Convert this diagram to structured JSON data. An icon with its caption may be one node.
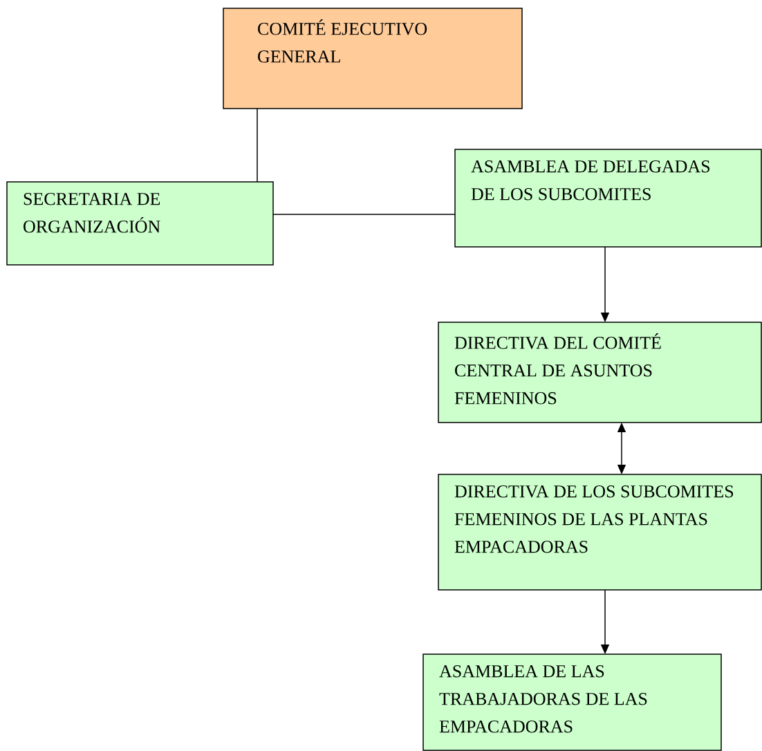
{
  "diagram": {
    "nodes": [
      {
        "text": [
          "COMITÉ EJECUTIVO GENERAL"
        ]
      },
      {
        "text": [
          "SECRETARIA DE ORGANIZACIÓN"
        ]
      },
      {
        "text": [
          "ASAMBLEA DE DELEGADAS DE LOS SUBCOMITES"
        ]
      },
      {
        "text": [
          "DIRECTIVA DEL COMITÉ CENTRAL DE ASUNTOS FEMENINOS"
        ]
      },
      {
        "text": [
          "DIRECTIVA DE LOS SUBCOMITES FEMENINOS DE LAS PLANTAS EMPACADORAS"
        ]
      },
      {
        "text": [
          "ASAMBLEA DE LAS TRABAJADORAS DE LAS EMPACADORAS"
        ]
      }
    ],
    "edges": [
      {
        "from": 0,
        "to": 1,
        "arrow": "none"
      },
      {
        "from": 1,
        "to": 2,
        "arrow": "none"
      },
      {
        "from": 2,
        "to": 3,
        "arrow": "to"
      },
      {
        "from": 3,
        "to": 4,
        "arrow": "both"
      },
      {
        "from": 4,
        "to": 5,
        "arrow": "to"
      }
    ]
  }
}
